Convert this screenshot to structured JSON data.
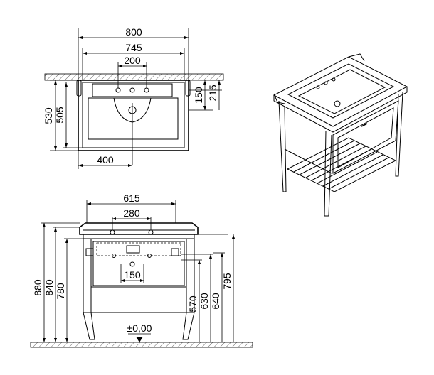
{
  "top_view": {
    "dims": {
      "width_overall": "800",
      "width_inner": "745",
      "tap_spacing": "200",
      "drain_offset": "400",
      "depth_overall": "530",
      "depth_inner": "505",
      "drain_depth": "150",
      "tap_depth": "215"
    }
  },
  "front_view": {
    "dims": {
      "basin_width": "615",
      "tap_spacing": "280",
      "drain_spacing": "150",
      "total_height": "880",
      "rim_height": "840",
      "frame_height": "780",
      "waste_height_1": "570",
      "waste_height_2": "630",
      "waste_height_3": "640",
      "supply_height": "795",
      "floor_level": "±0,00"
    }
  }
}
